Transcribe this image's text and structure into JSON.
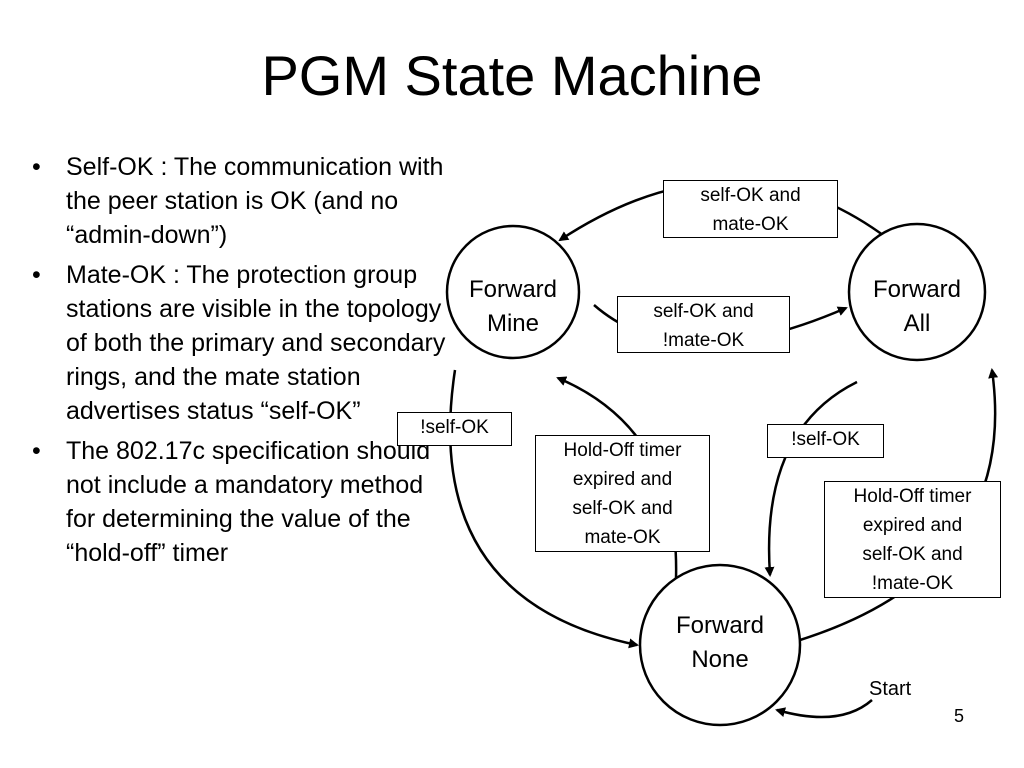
{
  "title": "PGM State Machine",
  "bullets": [
    "Self-OK : The communication with the peer station is OK (and no “admin-down”)",
    "Mate-OK : The protection group stations are visible in the topology of both the primary and secondary rings, and the mate station advertises status “self-OK”",
    "The 802.17c specification should not include a mandatory method for determining the value of the “hold-off” timer"
  ],
  "states": {
    "mine": [
      "Forward",
      "Mine"
    ],
    "all": [
      "Forward",
      "All"
    ],
    "none": [
      "Forward",
      "None"
    ]
  },
  "transitions": {
    "top": [
      "self-OK and",
      "mate-OK"
    ],
    "mid": [
      "self-OK and",
      "!mate-OK"
    ],
    "left": [
      "!self-OK"
    ],
    "right": [
      "!self-OK"
    ],
    "holdoff_left": [
      "Hold-Off timer",
      "expired and",
      "self-OK and",
      "mate-OK"
    ],
    "holdoff_right": [
      "Hold-Off timer",
      "expired and",
      "self-OK and",
      "!mate-OK"
    ]
  },
  "start_label": "Start",
  "page_number": "5"
}
